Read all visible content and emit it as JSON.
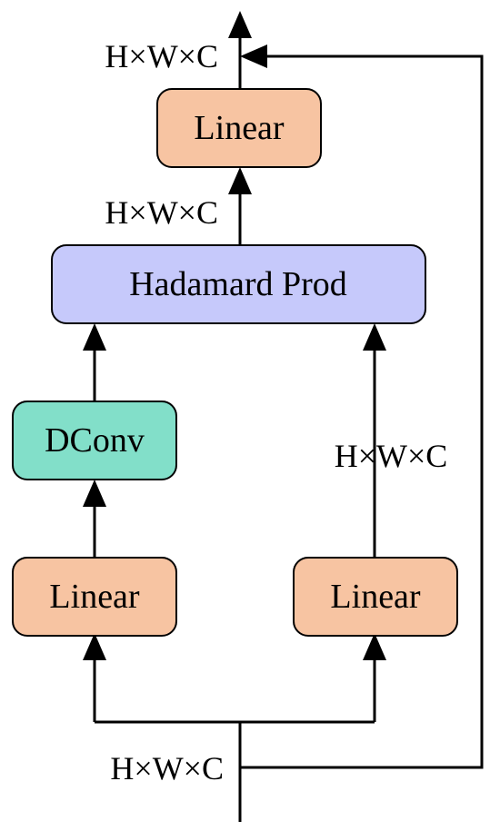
{
  "colors": {
    "linear_fill": "#F7C4A2",
    "hadamard_fill": "#C6C9FB",
    "dconv_fill": "#82DFC9",
    "stroke": "#000000",
    "background": "#FFFFFF"
  },
  "blocks": {
    "linear_top": "Linear",
    "hadamard": "Hadamard Prod",
    "dconv": "DConv",
    "linear_left": "Linear",
    "linear_right": "Linear"
  },
  "dims": {
    "output": "H×W×C",
    "after_hadamard": "H×W×C",
    "right_branch": "H×W×C",
    "input": "H×W×C"
  }
}
